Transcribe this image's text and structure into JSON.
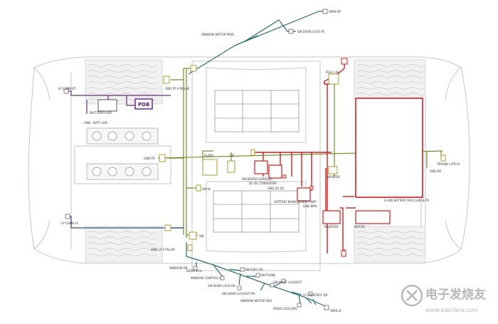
{
  "labels": {
    "spkr_rr": "SPKR-RR",
    "window_motor_pass": "WINDOW MOTOR PASS",
    "sw_door_lock_ps": "SW-DOOR LOCK PS",
    "lp_comb_rt": "LP COMB-RT",
    "pdb": "PDB",
    "battery_lhd": "BATTERY-LHD",
    "gnd_batt_lhd": "GND - BATT LHD",
    "gnd_rt_a_pillar": "GND RT A PILLAR",
    "fuel_lid": "FUEL LID",
    "gnd_fr": "GND-FR",
    "audio": "AUDIO",
    "cd": "CD",
    "on_board_charger": "ON BOARD CHARGER",
    "dc_dc_converter": "DC-DC CONVERTER",
    "gnd_dc_dc": "GND-DC-DC",
    "woofer": "WOOFER",
    "battery_management_unit": "BATTERY MANAGEMENT UNIT",
    "gnd_bmu": "GND BMU",
    "li_ion_battery_pack": "LI-ION BATTERY PACK LARGE P1",
    "trunk_latch": "TRUNK LATCH",
    "gnd_rr": "GND-RR",
    "sw_ig": "SW-IG",
    "lp_comb_lf": "LP COMB-LF",
    "inverter": "INVERTER",
    "motor": "MOTOR",
    "sw": "SW",
    "gnd_lf_a_pillar": "GND LF A PILLAR",
    "window_dr": "WINDOW DR",
    "door_ecu": "DOOR ECU",
    "sw_fuel_lid": "SW-FUEL LID",
    "window_control_l": "WINDOW CONTROL L",
    "sw_trunk": "SW-TRUNK",
    "sw_door_lock_dr": "SW-DOOR LOCK DR",
    "sw_valet_lockout": "SW-VALET LOCKOUT",
    "sw_door_lockout_pa": "SW-DOOR LOCKOUT PA",
    "window_motor_drv": "WINDOW MOTOR DRV",
    "lp_courtesy_dr": "LP COURTESY DR",
    "door_lock_drv": "DOOR LOCK DRV",
    "spkr_lf": "SPKR-LF"
  },
  "watermark": {
    "brand": "电子发烧友",
    "url": "www.elecfans.com"
  },
  "colors": {
    "body_outline": "#c6c6c6",
    "wire_green": "#6f8f2c",
    "wire_teal": "#2b6e6e",
    "wire_purple": "#6b2a86",
    "wire_blue": "#2a4a8a",
    "wire_red": "#d41c1c",
    "component_olive": "#b49a2c",
    "watermark": "#b8b8b8"
  }
}
